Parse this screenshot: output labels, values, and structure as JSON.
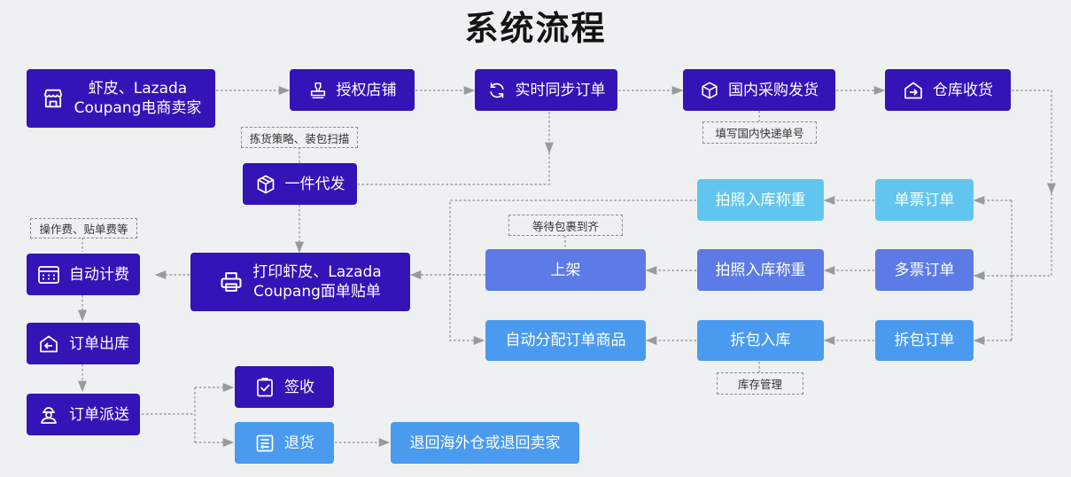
{
  "title": "系统流程",
  "nodes": {
    "seller": {
      "line1": "虾皮、Lazada",
      "line2": "Coupang电商卖家",
      "icon": "store-icon"
    },
    "auth": {
      "label": "授权店铺",
      "icon": "stamp-icon"
    },
    "sync": {
      "label": "实时同步订单",
      "icon": "refresh-icon"
    },
    "purchase": {
      "label": "国内采购发货",
      "icon": "package-icon"
    },
    "receive": {
      "label": "仓库收货",
      "icon": "warehouse-icon"
    },
    "dropship": {
      "label": "一件代发",
      "icon": "box-icon"
    },
    "single_order": {
      "label": "单票订单"
    },
    "photo_weigh_1": {
      "label": "拍照入库称重"
    },
    "multi_order": {
      "label": "多票订单"
    },
    "photo_weigh_2": {
      "label": "拍照入库称重"
    },
    "shelf": {
      "label": "上架"
    },
    "print": {
      "line1": "打印虾皮、Lazada",
      "line2": "Coupang面单贴单",
      "icon": "printer-icon"
    },
    "split_order": {
      "label": "拆包订单"
    },
    "split_in": {
      "label": "拆包入库"
    },
    "auto_assign": {
      "label": "自动分配订单商品"
    },
    "billing": {
      "label": "自动计费",
      "icon": "calculator-icon"
    },
    "outbound": {
      "label": "订单出库",
      "icon": "outbound-icon"
    },
    "dispatch": {
      "label": "订单派送",
      "icon": "courier-icon"
    },
    "sign": {
      "label": "签收",
      "icon": "checklist-icon"
    },
    "return": {
      "label": "退货",
      "icon": "return-icon"
    },
    "return_dest": {
      "label": "退回海外仓或退回卖家"
    }
  },
  "notes": {
    "express": "填写国内快递单号",
    "picking": "拣货策略、装包扫描",
    "waiting": "等待包裹到齐",
    "fees": "操作费、贴单费等",
    "inventory": "库存管理"
  },
  "colors": {
    "dark": "#3413b7",
    "mid": "#5c7be6",
    "light_cyan": "#61c6ef",
    "blue": "#4a9bef",
    "connector": "#9a9a9a",
    "background": "#eff0f2"
  }
}
